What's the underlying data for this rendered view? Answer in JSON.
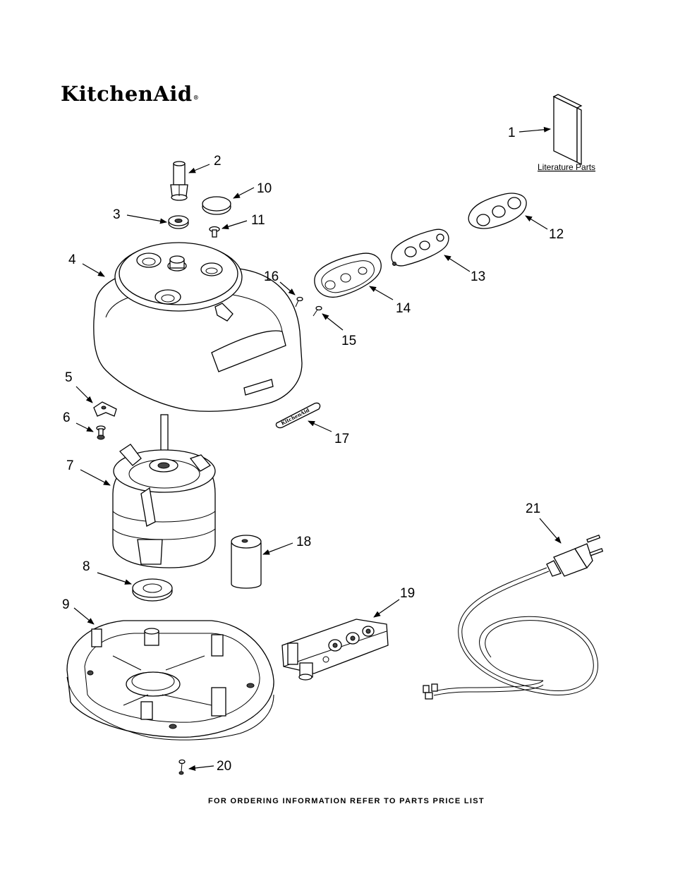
{
  "brand": {
    "logo": "KitchenAid",
    "trademark": "®"
  },
  "literature_label": "Literature Parts",
  "footer": "FOR ORDERING INFORMATION REFER TO PARTS PRICE LIST",
  "callouts": [
    "1",
    "2",
    "3",
    "4",
    "5",
    "6",
    "7",
    "8",
    "9",
    "10",
    "11",
    "12",
    "13",
    "14",
    "15",
    "16",
    "17",
    "18",
    "19",
    "20",
    "21"
  ],
  "badge_text": "KitchenAid"
}
